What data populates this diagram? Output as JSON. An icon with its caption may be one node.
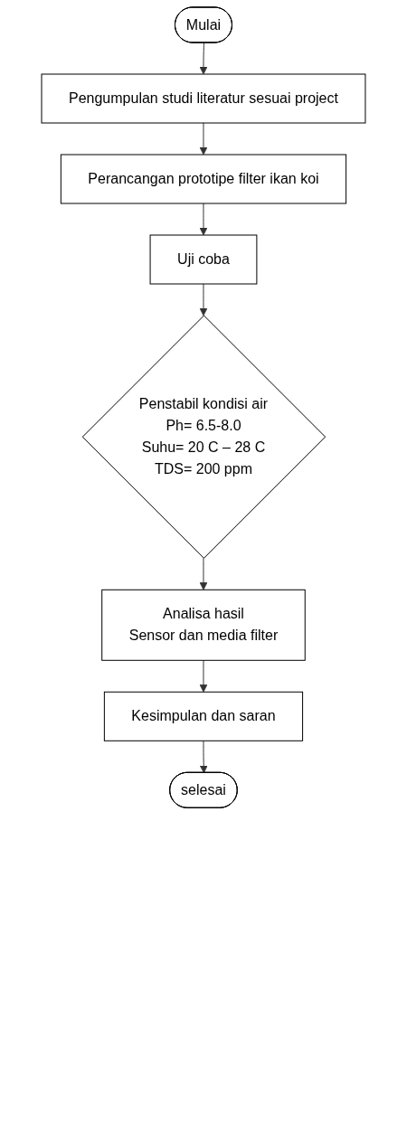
{
  "diagram": {
    "nodes": [
      {
        "text": [
          "Mulai"
        ]
      },
      {
        "text": [
          "Pengumpulan studi literatur sesuai project"
        ]
      },
      {
        "text": [
          "Perancangan prototipe filter ikan koi"
        ]
      },
      {
        "text": [
          "Uji coba"
        ]
      },
      {
        "text": [
          "Penstabil kondisi air",
          "Ph= 6.5-8.0",
          "Suhu= 20 C – 28 C",
          "TDS= 200 ppm"
        ]
      },
      {
        "text": [
          "Analisa hasil",
          "Sensor dan media filter"
        ]
      },
      {
        "text": [
          "Kesimpulan dan saran"
        ]
      },
      {
        "text": [
          "selesai"
        ]
      }
    ],
    "edges": [
      {
        "from": 0,
        "to": 1,
        "arrow": "to"
      },
      {
        "from": 1,
        "to": 2,
        "arrow": "to"
      },
      {
        "from": 2,
        "to": 3,
        "arrow": "to"
      },
      {
        "from": 3,
        "to": 4,
        "arrow": "to"
      },
      {
        "from": 4,
        "to": 5,
        "arrow": "to"
      },
      {
        "from": 5,
        "to": 6,
        "arrow": "to"
      },
      {
        "from": 6,
        "to": 7,
        "arrow": "to"
      }
    ]
  }
}
